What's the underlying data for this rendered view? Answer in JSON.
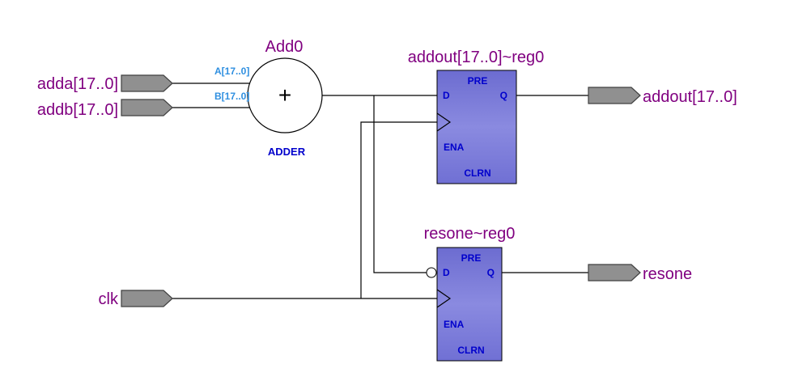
{
  "inputs": {
    "adda": "adda[17..0]",
    "addb": "addb[17..0]",
    "clk": "clk"
  },
  "outputs": {
    "addout": "addout[17..0]",
    "resone": "resone"
  },
  "adder": {
    "name": "Add0",
    "symbol": "+",
    "type_label": "ADDER",
    "pin_a": "A[17..0]",
    "pin_b": "B[17..0]"
  },
  "reg_addout": {
    "name": "addout[17..0]~reg0",
    "pre": "PRE",
    "d": "D",
    "q": "Q",
    "ena": "ENA",
    "clrn": "CLRN"
  },
  "reg_resone": {
    "name": "resone~reg0",
    "pre": "PRE",
    "d": "D",
    "q": "Q",
    "ena": "ENA",
    "clrn": "CLRN"
  },
  "colors": {
    "label": "#800080",
    "pin": "#0000cc",
    "adder_pin": "#2f8fe0",
    "register_fill": "#7e7ed8",
    "port_fill": "#909090"
  }
}
